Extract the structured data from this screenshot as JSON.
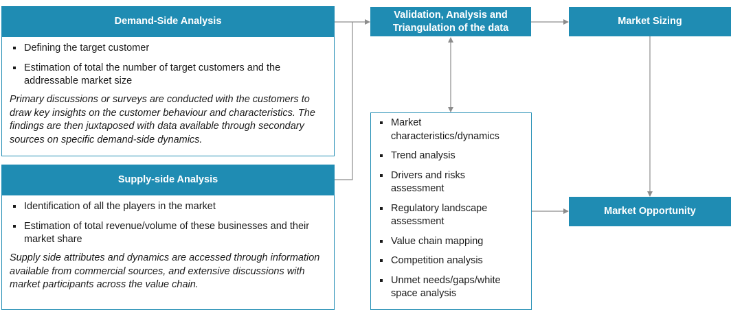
{
  "colors": {
    "header_bg": "#1f8cb3",
    "connector": "#8c8c8c"
  },
  "demand": {
    "title": "Demand-Side Analysis",
    "bullets": [
      "Defining the target customer",
      "Estimation of total the number of target customers and the addressable market size"
    ],
    "note": "Primary discussions or surveys are conducted with the customers to draw key insights on the customer behaviour and characteristics. The findings are then juxtaposed with data available through secondary sources on specific demand-side dynamics."
  },
  "supply": {
    "title": "Supply-side Analysis",
    "bullets": [
      "Identification of all the players in the market",
      "Estimation of total revenue/volume of these businesses and their market share"
    ],
    "note": "Supply side attributes and dynamics are accessed through information available from commercial sources, and extensive discussions with market participants across the value chain."
  },
  "validation": {
    "title_line1": "Validation, Analysis and",
    "title_line2": "Triangulation of the data"
  },
  "factors": [
    "Market characteristics/dynamics",
    "Trend analysis",
    "Drivers and risks assessment",
    "Regulatory landscape assessment",
    "Value chain mapping",
    "Competition analysis",
    "Unmet needs/gaps/white space analysis"
  ],
  "market_sizing": {
    "title": "Market Sizing"
  },
  "market_opportunity": {
    "title": "Market Opportunity"
  }
}
